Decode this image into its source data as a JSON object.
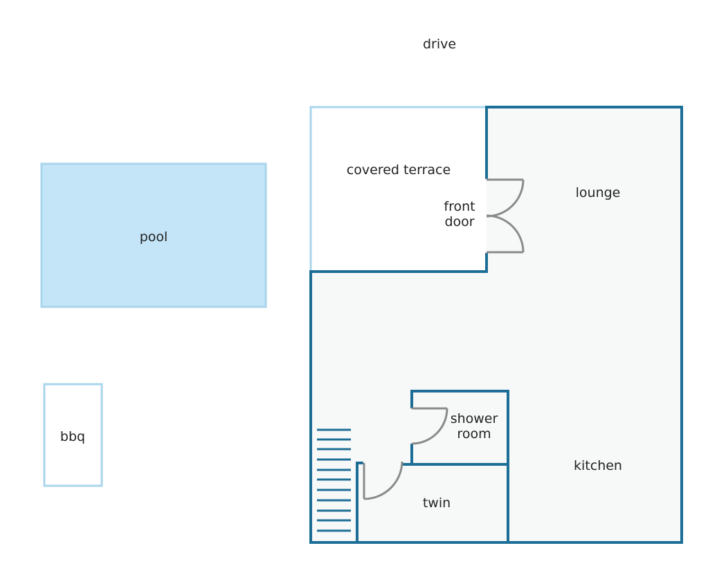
{
  "labels": {
    "drive": "drive",
    "pool": "pool",
    "bbq": "bbq",
    "covered_terrace": "covered terrace",
    "front_door_line1": "front",
    "front_door_line2": "door",
    "lounge": "lounge",
    "shower_room_line1": "shower",
    "shower_room_line2": "room",
    "twin": "twin",
    "kitchen": "kitchen"
  },
  "colors": {
    "wall": "#1c6e96",
    "light_outline": "#a9d5ec",
    "pool_fill": "#c4e5f8",
    "floor_fill": "#f7f8f8",
    "door": "#8a8a8a"
  }
}
